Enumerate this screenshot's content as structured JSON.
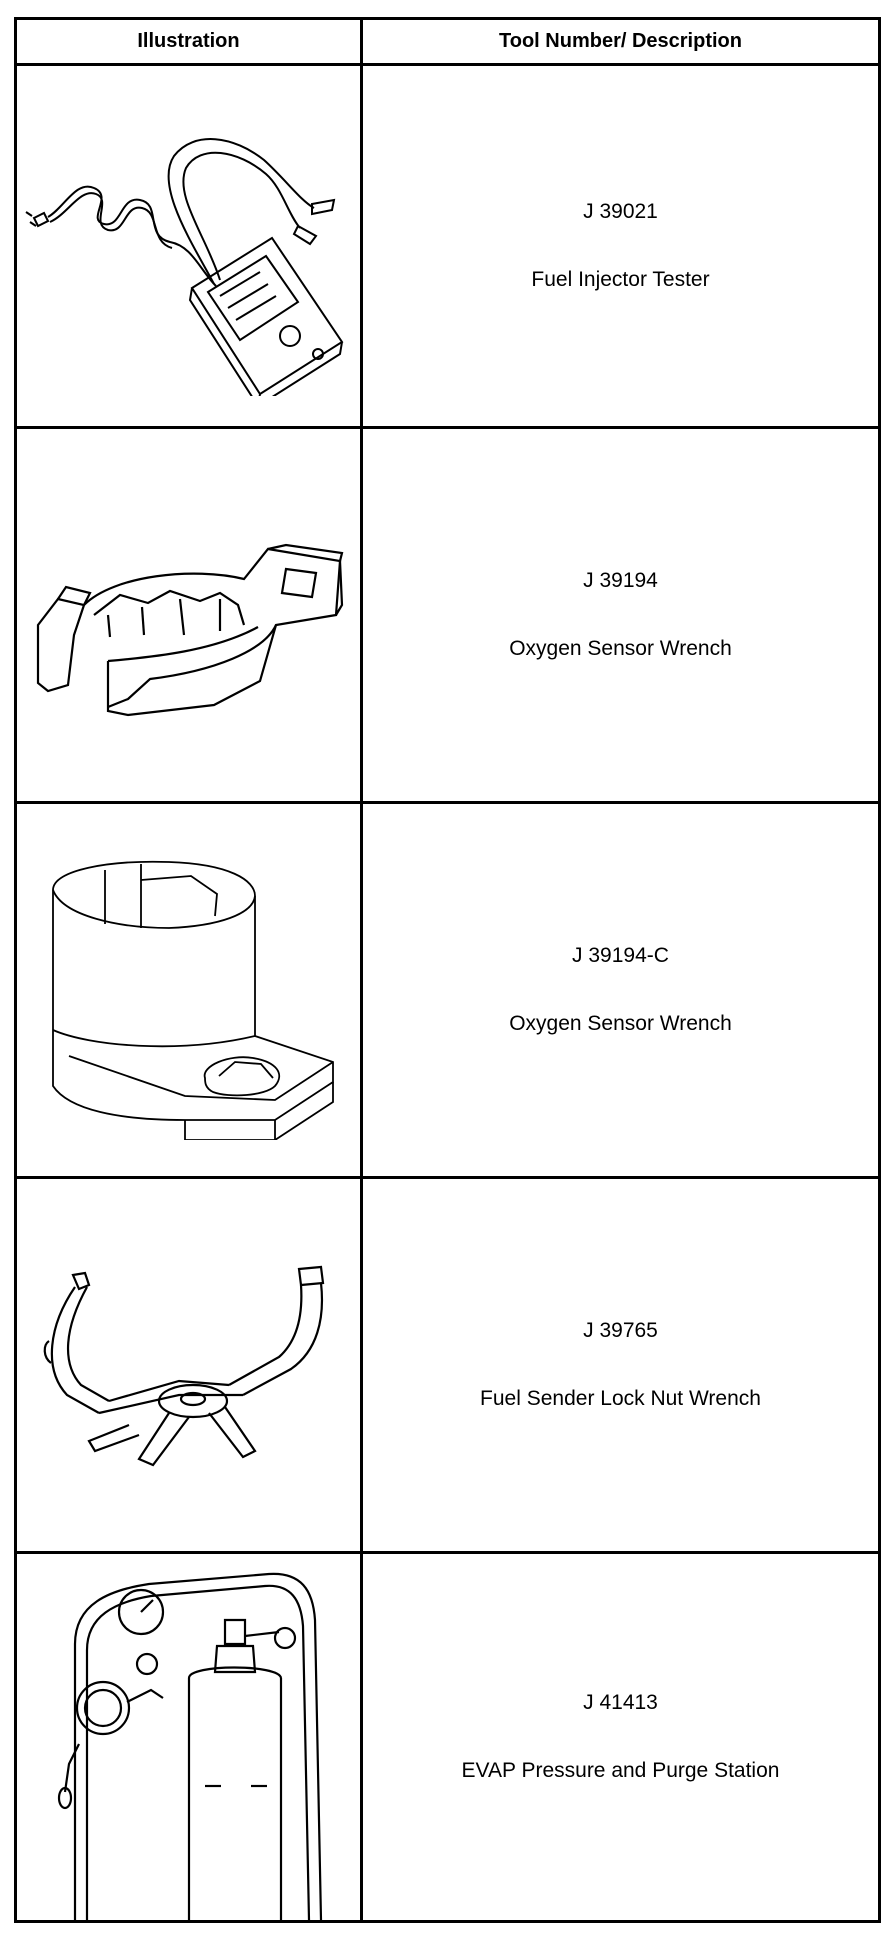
{
  "header": {
    "illustration": "Illustration",
    "description": "Tool Number/ Description"
  },
  "tools": [
    {
      "number": "J 39021",
      "description": "Fuel Injector Tester",
      "icon": "fuel-injector-tester-icon"
    },
    {
      "number": "J 39194",
      "description": "Oxygen Sensor Wrench",
      "icon": "oxygen-sensor-wrench-icon"
    },
    {
      "number": "J 39194-C",
      "description": "Oxygen Sensor Wrench",
      "icon": "oxygen-sensor-socket-icon"
    },
    {
      "number": "J 39765",
      "description": "Fuel Sender Lock Nut Wrench",
      "icon": "lock-nut-wrench-icon"
    },
    {
      "number": "J 41413",
      "description": "EVAP Pressure and Purge Station",
      "icon": "evap-station-icon"
    }
  ]
}
